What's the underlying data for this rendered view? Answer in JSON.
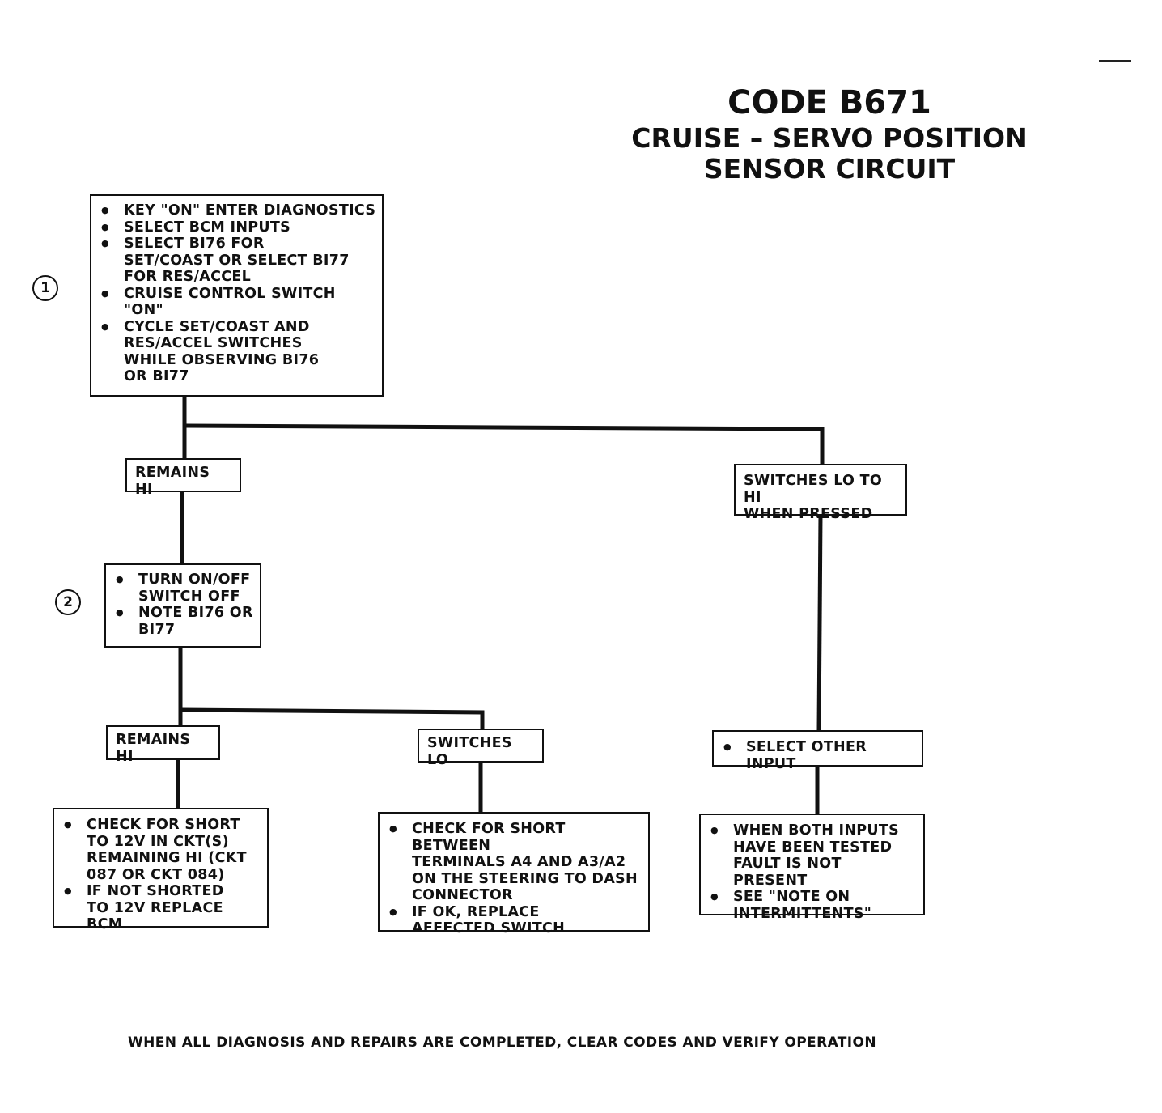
{
  "title": {
    "code": "CODE B671",
    "line1": "CRUISE – SERVO POSITION",
    "line2": "SENSOR CIRCUIT"
  },
  "steps": [
    "1",
    "2"
  ],
  "box1": {
    "items": [
      "KEY \"ON\" ENTER DIAGNOSTICS",
      "SELECT BCM INPUTS",
      "SELECT BI76 FOR\nSET/COAST OR SELECT BI77\nFOR RES/ACCEL",
      "CRUISE CONTROL SWITCH\n\"ON\"",
      "CYCLE SET/COAST AND\nRES/ACCEL SWITCHES\nWHILE OBSERVING BI76\nOR BI77"
    ]
  },
  "labels": {
    "remains_hi_1": "REMAINS HI",
    "switches_lo_to_hi": "SWITCHES LO TO HI\nWHEN PRESSED",
    "remains_hi_2": "REMAINS HI",
    "switches_lo": "SWITCHES LO"
  },
  "box2": {
    "items": [
      "TURN ON/OFF\nSWITCH OFF",
      "NOTE BI76 OR\nBI77"
    ]
  },
  "box_select_other": {
    "items": [
      "SELECT OTHER INPUT"
    ]
  },
  "box_hi": {
    "items": [
      "CHECK FOR SHORT\nTO 12V IN CKT(S)\nREMAINING HI (CKT\n087 OR CKT 084)",
      "IF NOT SHORTED\nTO 12V REPLACE BCM"
    ]
  },
  "box_lo": {
    "items": [
      "CHECK FOR SHORT BETWEEN\nTERMINALS A4 AND A3/A2\nON THE STEERING TO DASH\nCONNECTOR",
      "IF OK, REPLACE\nAFFECTED SWITCH"
    ]
  },
  "box_ok": {
    "items": [
      "WHEN BOTH INPUTS\nHAVE BEEN TESTED\nFAULT IS NOT PRESENT",
      "SEE \"NOTE ON\nINTERMITTENTS\""
    ]
  },
  "footer": "WHEN ALL DIAGNOSIS AND REPAIRS ARE COMPLETED, CLEAR CODES AND VERIFY OPERATION"
}
